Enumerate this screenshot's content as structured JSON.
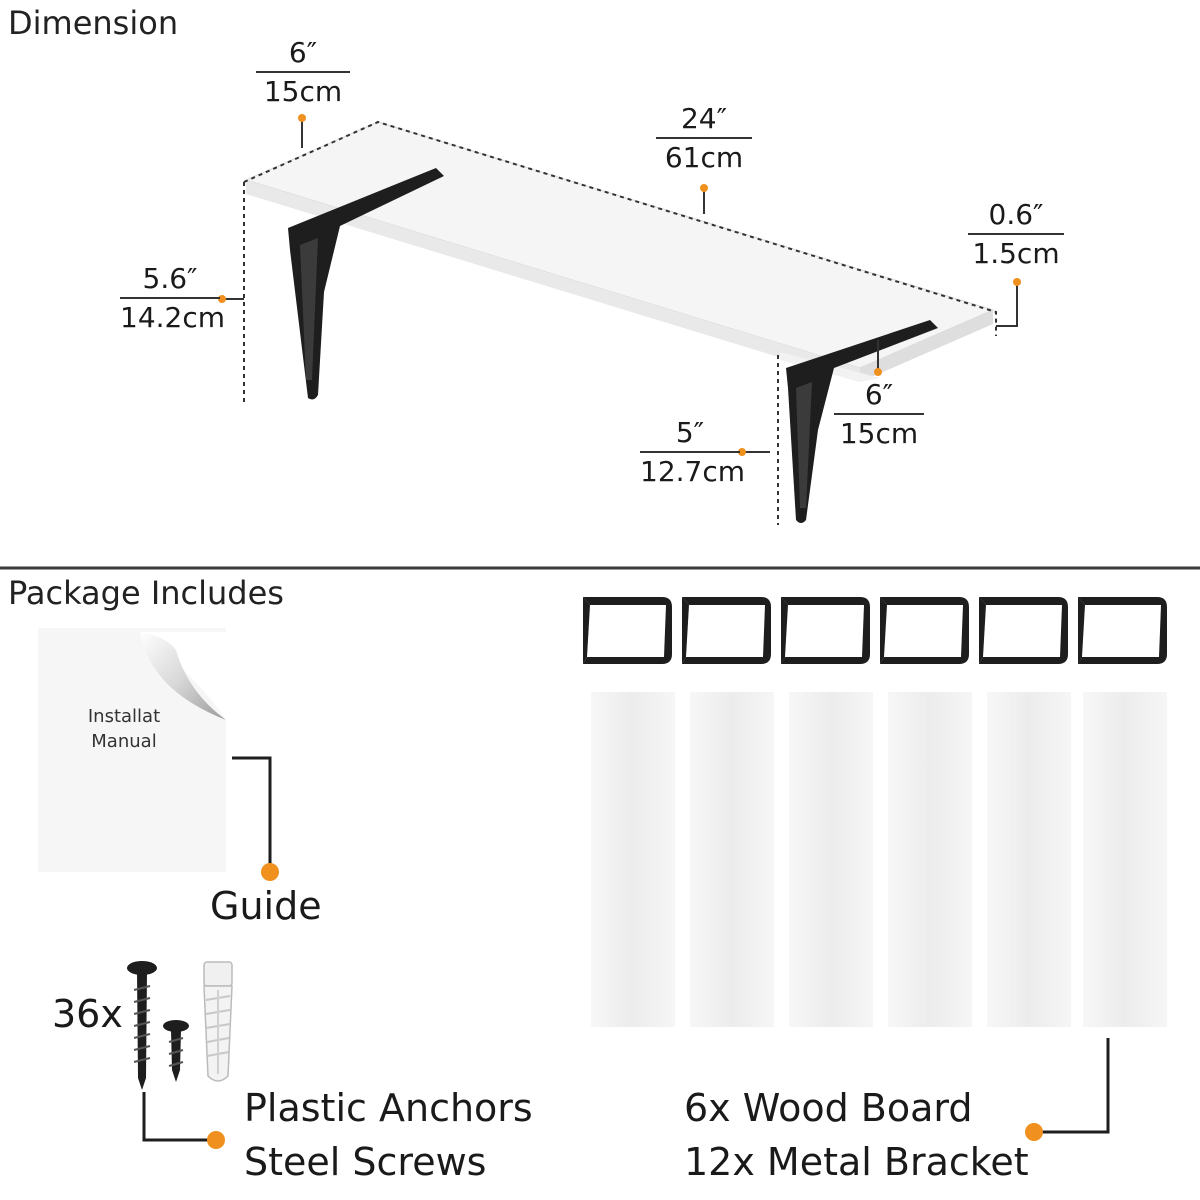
{
  "dimension_section": {
    "heading": "Dimension",
    "measurements": {
      "shelf_depth_left": {
        "inch": "6″",
        "cm": "15cm"
      },
      "shelf_length": {
        "inch": "24″",
        "cm": "61cm"
      },
      "shelf_thickness": {
        "inch": "0.6″",
        "cm": "1.5cm"
      },
      "bracket_height_left": {
        "inch": "5.6″",
        "cm": "14.2cm"
      },
      "bracket_depth_right": {
        "inch": "6″",
        "cm": "15cm"
      },
      "bracket_height_right": {
        "inch": "5″",
        "cm": "12.7cm"
      }
    }
  },
  "package_section": {
    "heading": "Package Includes",
    "manual": {
      "line1": "Installat",
      "line2": "Manual"
    },
    "guide_label": "Guide",
    "hardware_count": "36x",
    "hardware_lines": [
      "Plastic Anchors",
      "Steel Screws"
    ],
    "board_lines": [
      "6x Wood Board",
      "12x Metal Bracket"
    ]
  },
  "colors": {
    "accent": "#f0901e",
    "bracket": "#1e1e1e",
    "board": "#f4f4f4",
    "divider": "#3a3a3a"
  },
  "icons": [
    "shelf-illustration",
    "metal-bracket-icon",
    "wood-board-icon",
    "screw-icon",
    "plastic-anchor-icon",
    "manual-page-curl-icon"
  ]
}
